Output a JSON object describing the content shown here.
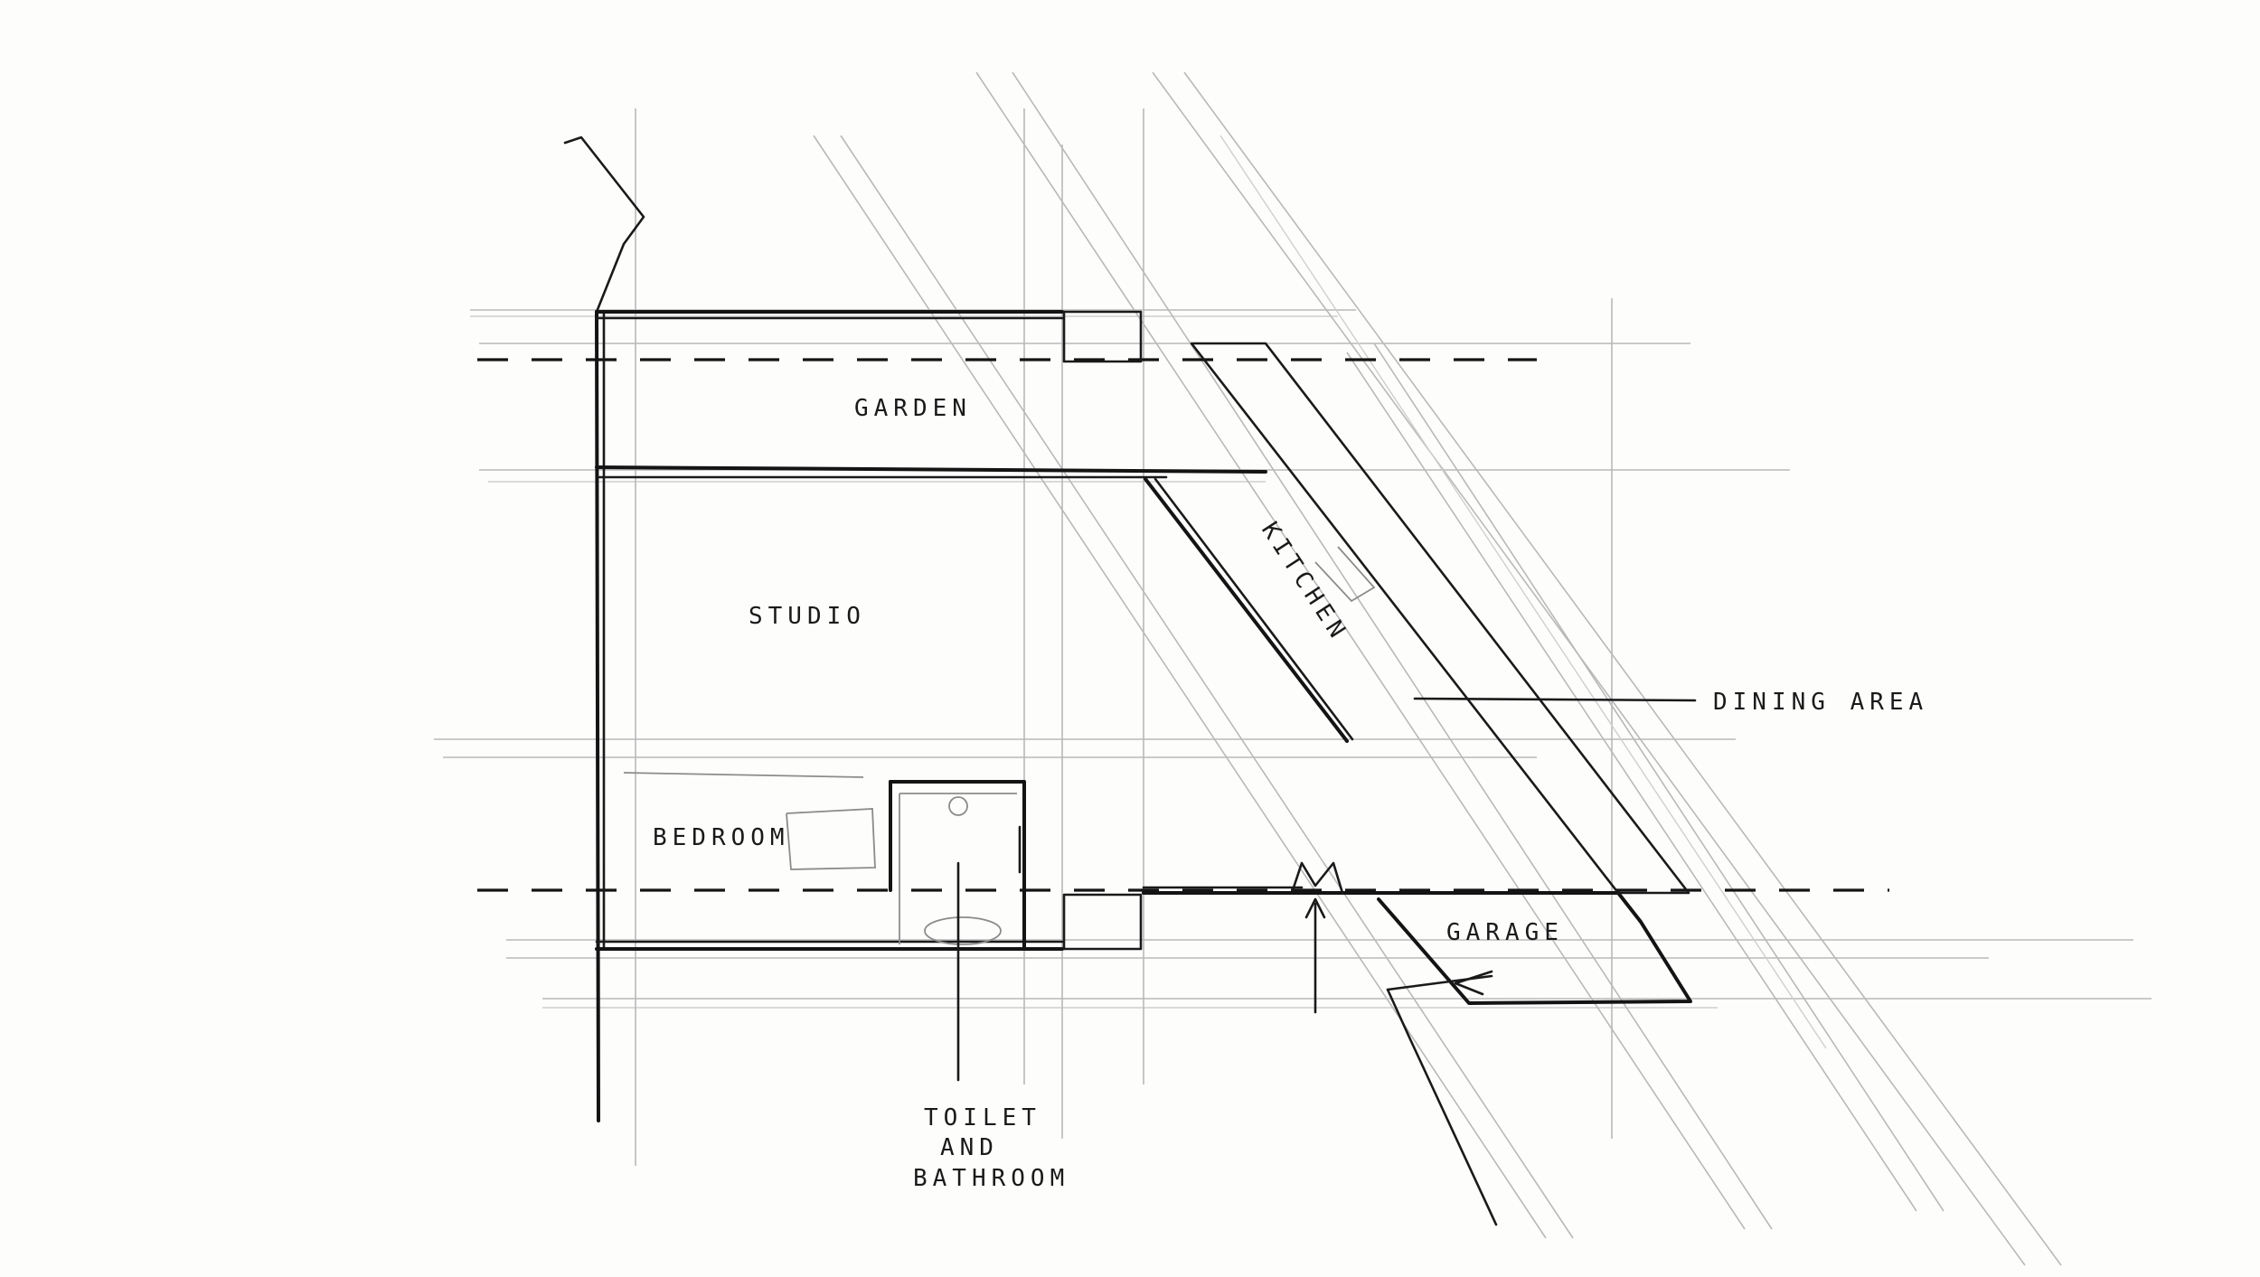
{
  "labels": {
    "garden": "GARDEN",
    "studio": "STUDIO",
    "kitchen": "KITCHEN",
    "dining_area": "DINING AREA",
    "bedroom": "BEDROOM",
    "garage": "GARAGE",
    "toilet_line1": "TOILET",
    "toilet_line2": "AND",
    "toilet_line3": "BATHROOM"
  }
}
